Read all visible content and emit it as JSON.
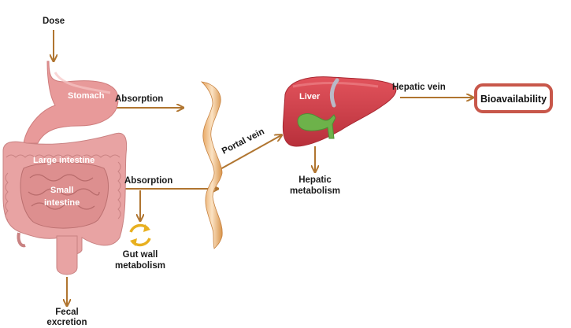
{
  "labels": {
    "dose": "Dose",
    "stomach": "Stomach",
    "absorption_stomach": "Absorption",
    "large_intestine": "Large intestine",
    "small_intestine_1": "Small",
    "small_intestine_2": "intestine",
    "absorption_intestine": "Absorption",
    "portal_vein": "Portal vein",
    "liver": "Liver",
    "hepatic_vein": "Hepatic vein",
    "bioavailability": "Bioavailability",
    "hepatic_metabolism_1": "Hepatic",
    "hepatic_metabolism_2": "metabolism",
    "gut_wall_1": "Gut wall",
    "gut_wall_2": "metabolism",
    "fecal_1": "Fecal",
    "fecal_2": "excretion"
  },
  "colors": {
    "arrow": "#b07530",
    "stomach": "#e89a9a",
    "intestine": "#e8a3a3",
    "liver": "#d9434e",
    "gallbladder": "#6db24a",
    "bio_border": "#c8574a",
    "recycle": "#e8b020"
  }
}
